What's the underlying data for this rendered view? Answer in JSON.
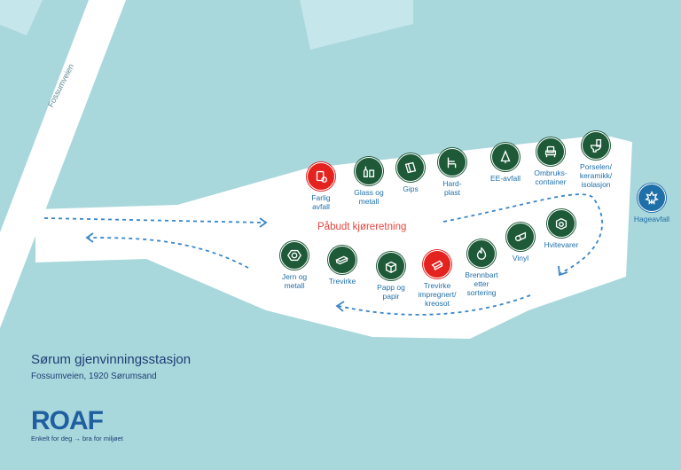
{
  "road": {
    "name": "Fossumveien"
  },
  "direction_label": "Påbudt kjøreretning",
  "title": "Sørum gjenvinningsstasjon",
  "address": "Fossumveien, 1920 Sørumsand",
  "logo": {
    "text": "ROAF",
    "tagline": "Enkelt for deg → bra for miljøet"
  },
  "colors": {
    "water": "#a8d7dc",
    "site": "#ffffff",
    "station_green": "#1e5a37",
    "station_red": "#e4231f",
    "text_blue": "#1f6fa8",
    "arrow_blue": "#3a86c8"
  },
  "stations": [
    {
      "label": "Farlig\navfall",
      "color": "red",
      "icon": "hazard-waste-icon"
    },
    {
      "label": "Glass og\nmetall",
      "color": "green",
      "icon": "bottles-icon"
    },
    {
      "label": "Gips",
      "color": "green",
      "icon": "plasterboard-icon"
    },
    {
      "label": "Hard-\nplast",
      "color": "green",
      "icon": "plastic-chair-icon"
    },
    {
      "label": "EE-avfall",
      "color": "green",
      "icon": "electronics-icon"
    },
    {
      "label": "Ombruks-\ncontainer",
      "color": "green",
      "icon": "armchair-icon"
    },
    {
      "label": "Porselen/\nkeramikk/\nisolasjon",
      "color": "green",
      "icon": "toilet-icon"
    },
    {
      "label": "Hageavfall",
      "color": "blue",
      "icon": "leaf-icon"
    },
    {
      "label": "Hvitevarer",
      "color": "green",
      "icon": "washing-machine-icon"
    },
    {
      "label": "Vinyl",
      "color": "green",
      "icon": "vinyl-roll-icon"
    },
    {
      "label": "Brennbart\netter\nsortering",
      "color": "green",
      "icon": "flame-icon"
    },
    {
      "label": "Trevirke\nimpregnert/\nkreosot",
      "color": "red",
      "icon": "treated-wood-icon"
    },
    {
      "label": "Papp og\npapir",
      "color": "green",
      "icon": "cardboard-box-icon"
    },
    {
      "label": "Trevirke",
      "color": "green",
      "icon": "wood-planks-icon"
    },
    {
      "label": "Jern og\nmetall",
      "color": "green",
      "icon": "metal-nut-icon"
    }
  ]
}
